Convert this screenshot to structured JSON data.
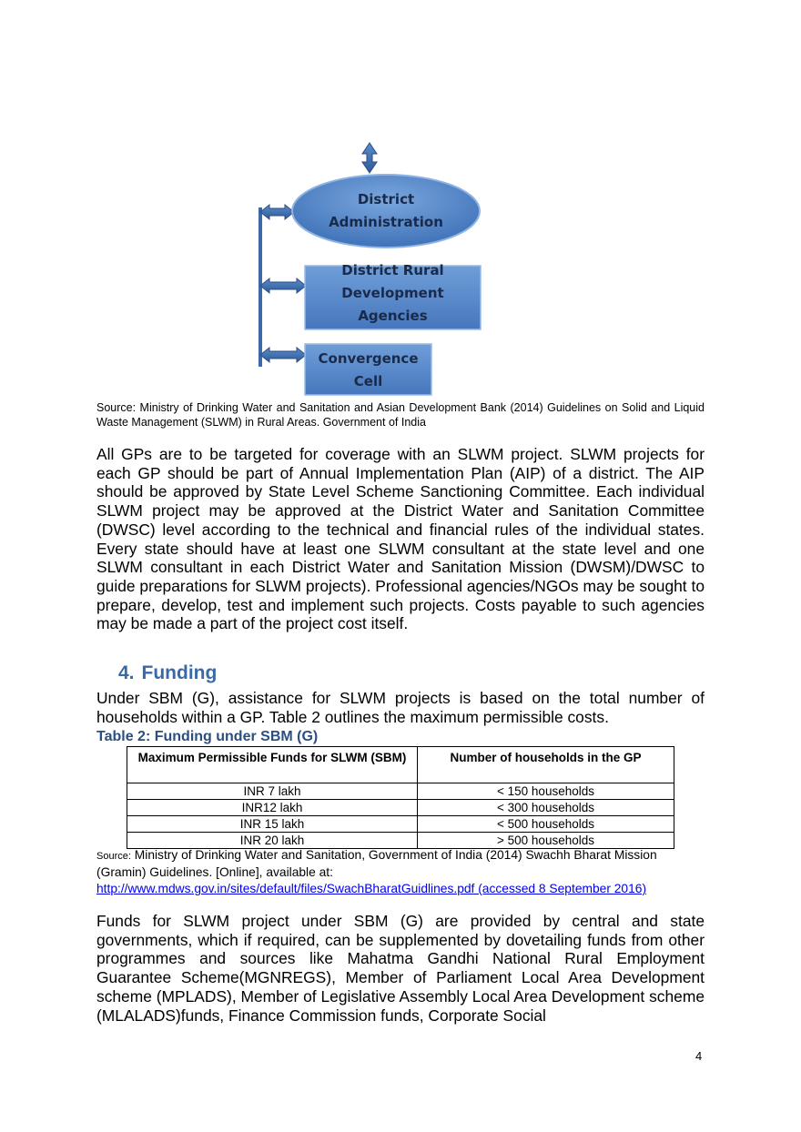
{
  "diagram": {
    "nodes": {
      "district_administration": "District\nAdministration",
      "district_rural_development": "District Rural\nDevelopment Agencies",
      "convergence_cell": "Convergence\nCell"
    },
    "colors": {
      "fill": "#4f81bd",
      "fill_light": "#6c9bd6",
      "arrow": "#3c6aa8"
    }
  },
  "figure_source": "Source: Ministry of Drinking Water and Sanitation and Asian Development Bank (2014) Guidelines on Solid and Liquid Waste Management (SLWM) in Rural Areas. Government of India",
  "paragraph1": "All GPs are to be targeted for coverage with an SLWM project. SLWM projects for each GP should be part of Annual Implementation Plan (AIP) of a district. The AIP should be approved by State Level Scheme Sanctioning Committee. Each individual SLWM project may be approved at the District Water and Sanitation Committee (DWSC) level according to the technical and financial rules of the individual states. Every state should have at least one SLWM consultant at the state level and one SLWM consultant in each District Water and Sanitation Mission (DWSM)/DWSC to guide preparations for SLWM projects). Professional agencies/NGOs may be sought to prepare, develop, test and implement such projects. Costs payable to such agencies may be made a part of the project cost itself.",
  "section": {
    "number": "4.",
    "title": "Funding"
  },
  "paragraph2": "Under SBM (G), assistance for SLWM projects is based on the total number of households within a GP. Table 2 outlines the maximum permissible costs.",
  "table": {
    "title": "Table 2: Funding under SBM (G)",
    "headers": [
      "Maximum Permissible Funds for SLWM (SBM)",
      "Number of households in the GP"
    ],
    "rows": [
      [
        "INR 7 lakh",
        "< 150 households"
      ],
      [
        "INR12 lakh",
        "< 300 households"
      ],
      [
        "INR 15 lakh",
        "< 500 households"
      ],
      [
        "INR 20 lakh",
        "> 500 households"
      ]
    ]
  },
  "table_source": {
    "prefix": "Source:",
    "text": " Ministry of Drinking Water and Sanitation, Government of India (2014) Swachh Bharat Mission (Gramin) Guidelines. [Online], available at:",
    "link": "http://www.mdws.gov.in/sites/default/files/SwachBharatGuidlines.pdf (accessed 8 September 2016)"
  },
  "paragraph3": "Funds for SLWM project under SBM (G) are provided by central and state governments, which if required, can be supplemented by dovetailing funds from other programmes and sources like Mahatma Gandhi National Rural Employment Guarantee Scheme(MGNREGS), Member of Parliament Local Area Development scheme (MPLADS), Member of Legislative Assembly Local Area Development scheme (MLALADS)funds, Finance Commission funds, Corporate Social",
  "page_number": "4"
}
